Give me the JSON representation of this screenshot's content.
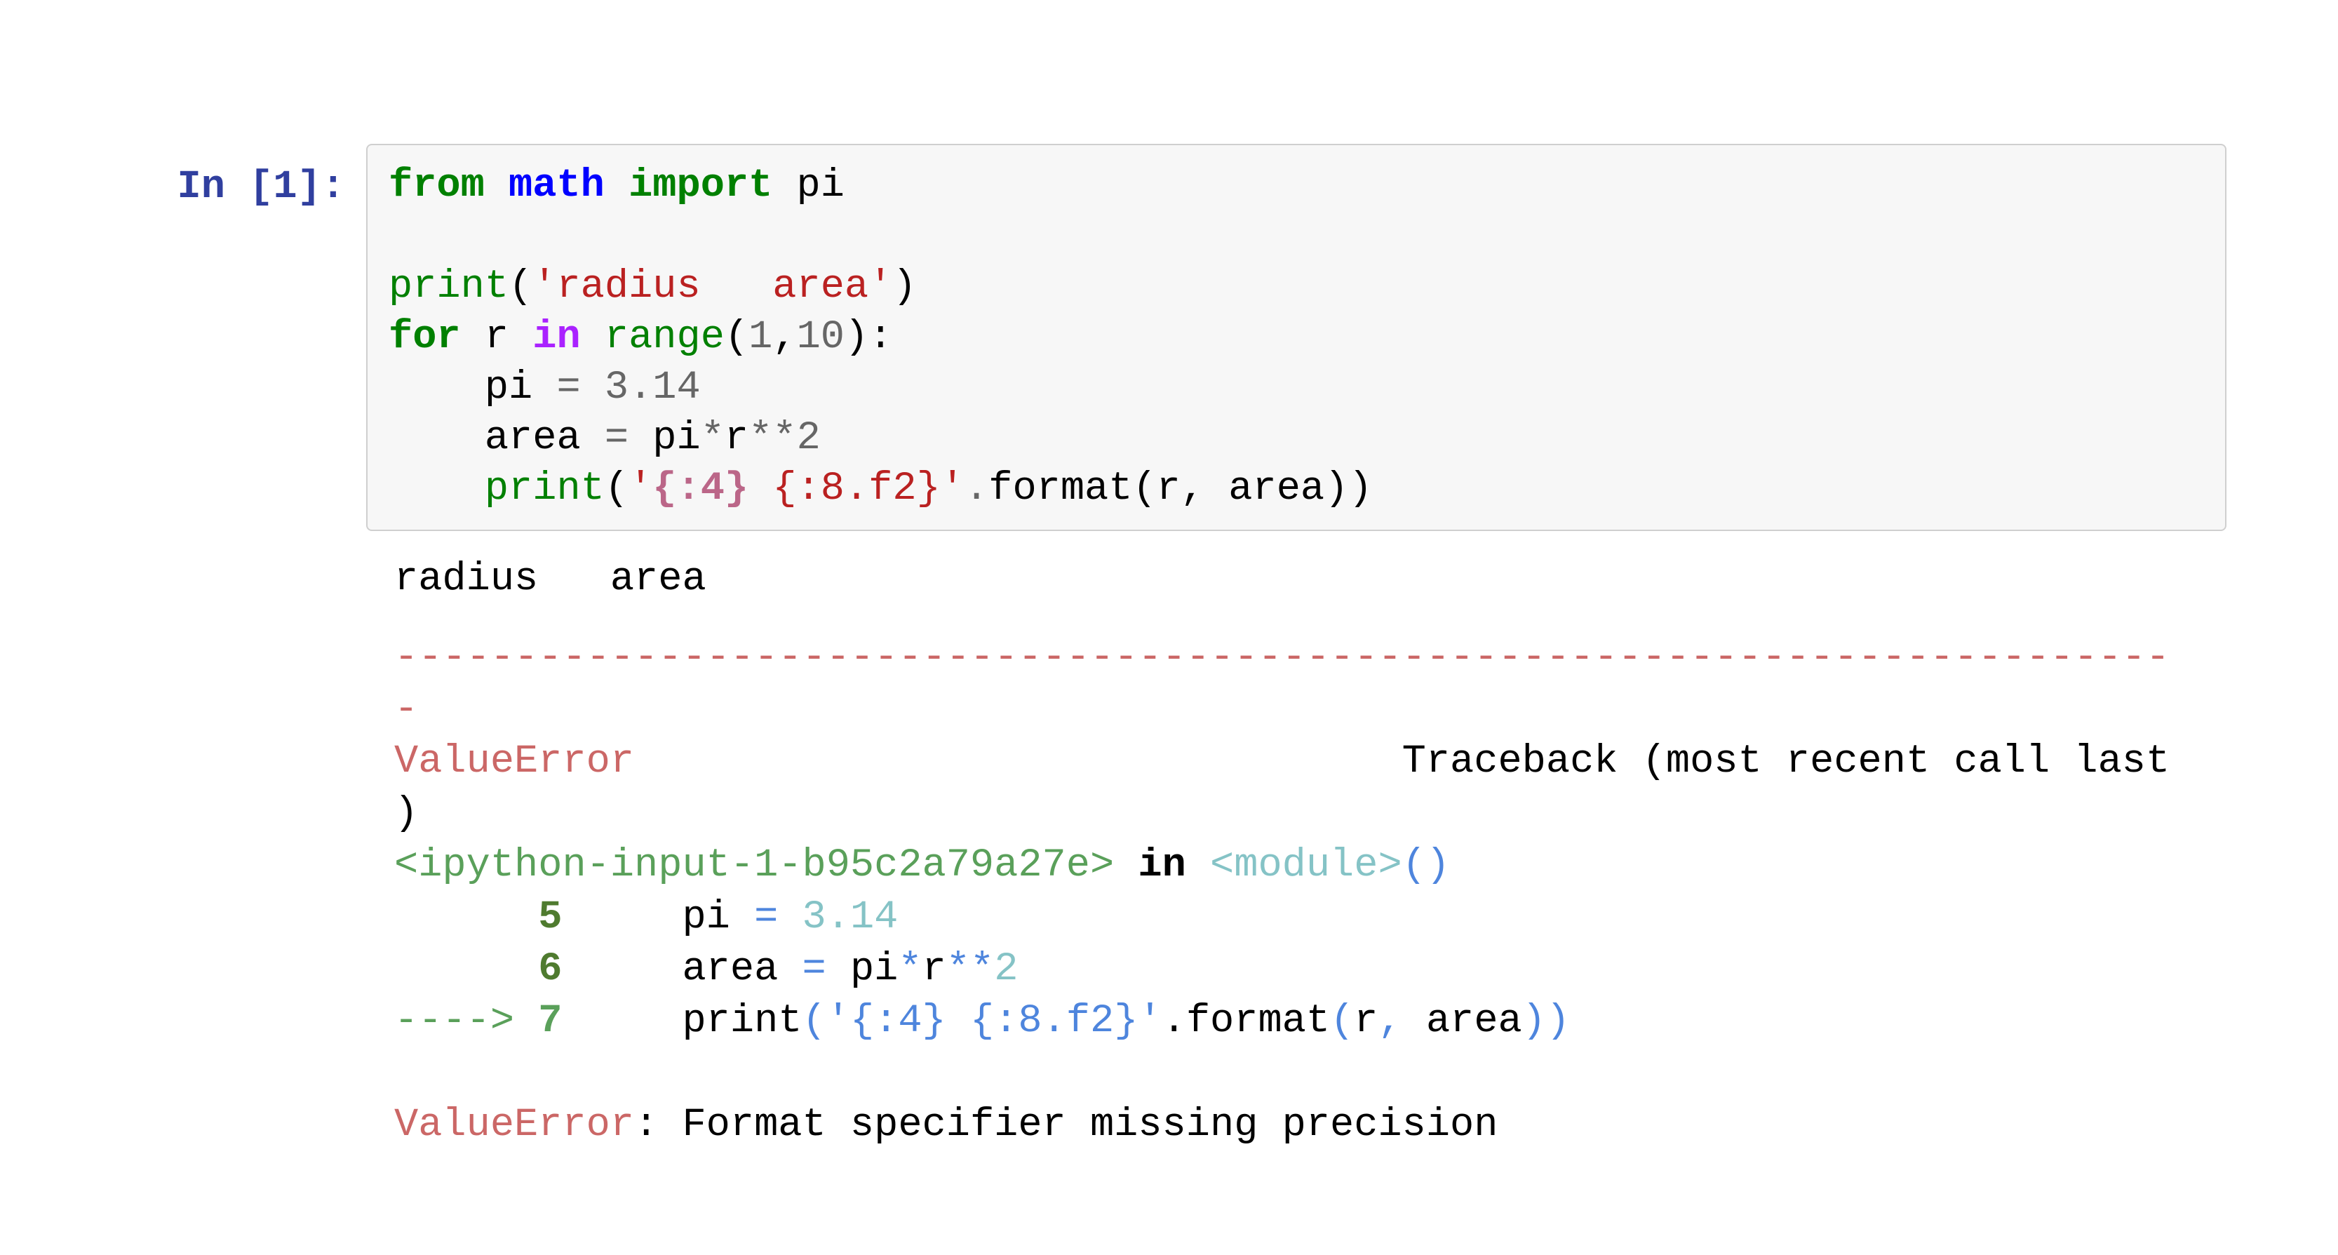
{
  "cell": {
    "prompt": "In [1]:",
    "code_lines": [
      [
        {
          "t": "from",
          "c": "k"
        },
        {
          "t": " "
        },
        {
          "t": "math",
          "c": "nn"
        },
        {
          "t": " "
        },
        {
          "t": "import",
          "c": "k"
        },
        {
          "t": " pi"
        }
      ],
      [
        {
          "t": " "
        }
      ],
      [
        {
          "t": "print",
          "c": "nb"
        },
        {
          "t": "("
        },
        {
          "t": "'radius   area'",
          "c": "s"
        },
        {
          "t": ")"
        }
      ],
      [
        {
          "t": "for",
          "c": "k"
        },
        {
          "t": " r "
        },
        {
          "t": "in",
          "c": "ow"
        },
        {
          "t": " "
        },
        {
          "t": "range",
          "c": "nb"
        },
        {
          "t": "("
        },
        {
          "t": "1",
          "c": "o"
        },
        {
          "t": ","
        },
        {
          "t": "10",
          "c": "o"
        },
        {
          "t": "):"
        }
      ],
      [
        {
          "t": "    pi "
        },
        {
          "t": "=",
          "c": "o"
        },
        {
          "t": " "
        },
        {
          "t": "3.14",
          "c": "o"
        }
      ],
      [
        {
          "t": "    area "
        },
        {
          "t": "=",
          "c": "o"
        },
        {
          "t": " pi"
        },
        {
          "t": "*",
          "c": "o"
        },
        {
          "t": "r"
        },
        {
          "t": "**",
          "c": "o"
        },
        {
          "t": "2",
          "c": "o"
        }
      ],
      [
        {
          "t": "    "
        },
        {
          "t": "print",
          "c": "nb"
        },
        {
          "t": "("
        },
        {
          "t": "'",
          "c": "s"
        },
        {
          "t": "{:4}",
          "c": "si"
        },
        {
          "t": " ",
          "c": "s"
        },
        {
          "t": "{:8.f2}",
          "c": "s"
        },
        {
          "t": "'",
          "c": "s"
        },
        {
          "t": ".",
          "c": "o"
        },
        {
          "t": "format(r, area))"
        }
      ]
    ]
  },
  "output": {
    "stream_lines": [
      [
        {
          "t": "radius   area"
        }
      ]
    ],
    "traceback_lines": [
      [
        {
          "t": "--------------------------------------------------------------------------",
          "c": "red"
        }
      ],
      [
        {
          "t": "-",
          "c": "red"
        }
      ],
      [
        {
          "t": "ValueError",
          "c": "red"
        },
        {
          "t": "                                "
        },
        {
          "t": "Traceback (most recent call last"
        }
      ],
      [
        {
          "t": ")"
        }
      ],
      [
        {
          "t": "<ipython-input-1-b95c2a79a27e>",
          "c": "grn"
        },
        {
          "t": " "
        },
        {
          "t": "in",
          "c": "bld"
        },
        {
          "t": " "
        },
        {
          "t": "<module>",
          "c": "cyn"
        },
        {
          "t": "()",
          "c": "blu"
        }
      ],
      [
        {
          "t": "      "
        },
        {
          "t": "5",
          "c": "gnb"
        },
        {
          "t": "     pi "
        },
        {
          "t": "=",
          "c": "blu"
        },
        {
          "t": " "
        },
        {
          "t": "3.14",
          "c": "cyn"
        }
      ],
      [
        {
          "t": "      "
        },
        {
          "t": "6",
          "c": "gnb"
        },
        {
          "t": "     area "
        },
        {
          "t": "=",
          "c": "blu"
        },
        {
          "t": " pi"
        },
        {
          "t": "*",
          "c": "blu"
        },
        {
          "t": "r"
        },
        {
          "t": "**",
          "c": "blu"
        },
        {
          "t": "2",
          "c": "cyn"
        }
      ],
      [
        {
          "t": "----> ",
          "c": "grn"
        },
        {
          "t": "7",
          "c": "gn7"
        },
        {
          "t": "     print"
        },
        {
          "t": "(",
          "c": "blu"
        },
        {
          "t": "'{:4} {:8.f2}'",
          "c": "blu"
        },
        {
          "t": "."
        },
        {
          "t": "format"
        },
        {
          "t": "(",
          "c": "blu"
        },
        {
          "t": "r"
        },
        {
          "t": ",",
          "c": "blu"
        },
        {
          "t": " area"
        },
        {
          "t": "))",
          "c": "blu"
        }
      ],
      [
        {
          "t": " "
        }
      ],
      [
        {
          "t": "ValueError",
          "c": "red"
        },
        {
          "t": ": Format specifier missing precision"
        }
      ]
    ]
  },
  "colors": {
    "prompt": "#303f9f",
    "cell_background": "#f7f7f7",
    "cell_border": "#cfcfcf",
    "keyword_green": "#008000",
    "module_blue": "#0000ff",
    "operator_word_purple": "#aa22ff",
    "string_red": "#ba2121",
    "string_interpol_pink": "#bb6688",
    "number_gray": "#666666",
    "ansi_red": "#cb6766",
    "ansi_green": "#5aa05a",
    "ansi_green_dark": "#4f7b2f",
    "ansi_blue": "#4e85dd",
    "ansi_cyan": "#85c3c6"
  }
}
